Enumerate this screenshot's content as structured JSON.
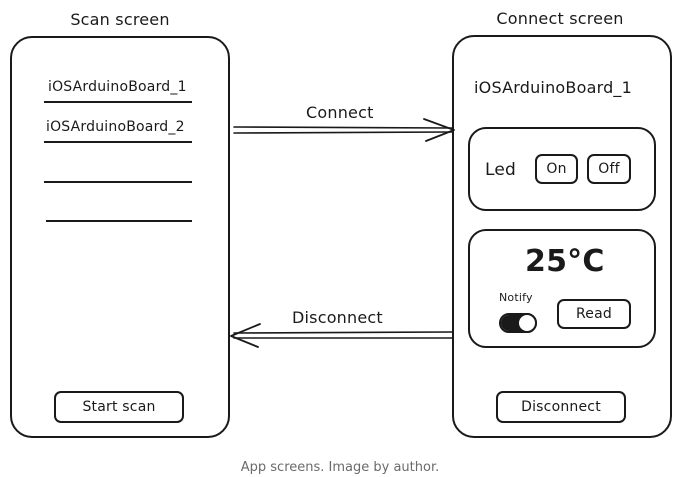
{
  "scan_screen": {
    "title": "Scan screen",
    "devices": [
      "iOSArduinoBoard_1",
      "iOSArduinoBoard_2"
    ],
    "start_scan_label": "Start scan"
  },
  "connect_screen": {
    "title": "Connect screen",
    "device_name": "iOSArduinoBoard_1",
    "led": {
      "label": "Led",
      "on_label": "On",
      "off_label": "Off"
    },
    "sensor": {
      "temperature": "25°C",
      "notify_label": "Notify",
      "notify_on": true,
      "read_label": "Read"
    },
    "disconnect_label": "Disconnect"
  },
  "arrows": {
    "connect_label": "Connect",
    "disconnect_label": "Disconnect"
  },
  "caption": "App screens. Image by author.",
  "colors": {
    "ink": "#1a1a1a",
    "caption": "#6b6b6b",
    "background": "#ffffff"
  }
}
